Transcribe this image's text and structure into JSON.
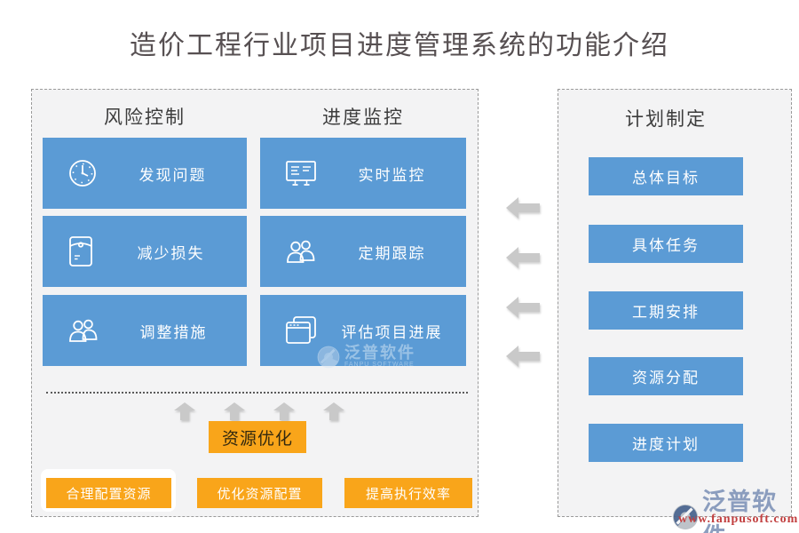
{
  "title": "造价工程行业项目进度管理系统的功能介绍",
  "left_panel": {
    "columns": [
      {
        "header": "风险控制",
        "items": [
          {
            "label": "发现问题",
            "icon": "clock-icon"
          },
          {
            "label": "减少损失",
            "icon": "envelope-icon"
          },
          {
            "label": "调整措施",
            "icon": "people-icon"
          }
        ]
      },
      {
        "header": "进度监控",
        "items": [
          {
            "label": "实时监控",
            "icon": "dashboard-icon"
          },
          {
            "label": "定期跟踪",
            "icon": "people-icon"
          },
          {
            "label": "评估项目进展",
            "icon": "stacked-windows-icon"
          }
        ]
      }
    ],
    "optimization_label": "资源优化",
    "benefits": [
      {
        "label": "合理配置资源"
      },
      {
        "label": "优化资源配置"
      },
      {
        "label": "提高执行效率"
      }
    ]
  },
  "right_panel": {
    "header": "计划制定",
    "items": [
      {
        "label": "总体目标"
      },
      {
        "label": "具体任务"
      },
      {
        "label": "工期安排"
      },
      {
        "label": "资源分配"
      },
      {
        "label": "进度计划"
      }
    ]
  },
  "watermark": {
    "brand": "泛普软件",
    "brand_en": "FANPU SOFTWARE",
    "url": "www.fanpusoft.com"
  },
  "colors": {
    "accent_blue": "#5b9bd5",
    "accent_orange": "#f9a51a",
    "arrow_gray": "#c9c9c9",
    "title_color": "#575052"
  }
}
